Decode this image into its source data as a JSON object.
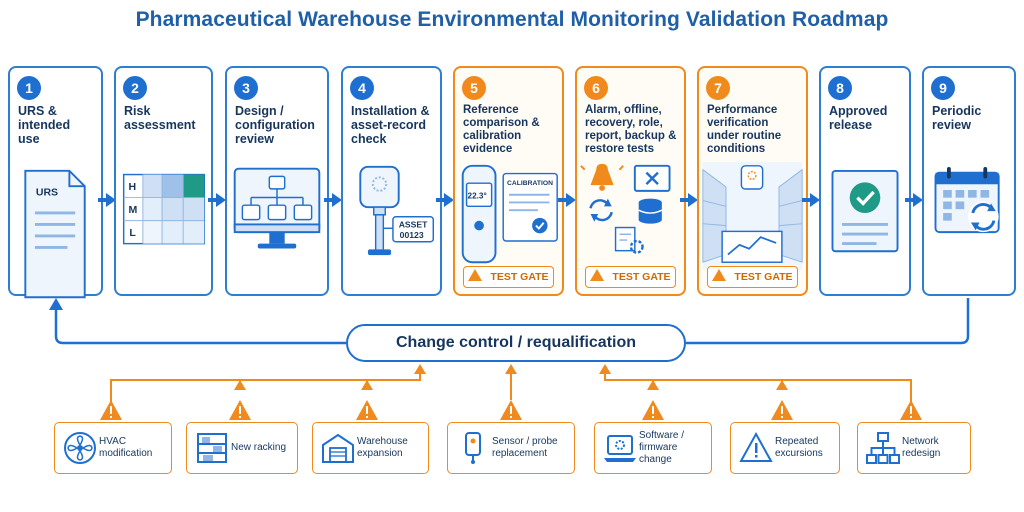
{
  "title": "Pharmaceutical Warehouse Environmental Monitoring Validation Roadmap",
  "steps": [
    {
      "num": "1",
      "label": "URS & intended use",
      "doc_text": "URS"
    },
    {
      "num": "2",
      "label": "Risk assessment",
      "rows": [
        "H",
        "M",
        "L"
      ]
    },
    {
      "num": "3",
      "label": "Design / configuration review"
    },
    {
      "num": "4",
      "label": "Installation & asset-record check",
      "tag_line1": "ASSET",
      "tag_line2": "00123"
    },
    {
      "num": "5",
      "label": "Reference comparison & calibration evidence",
      "readout": "22.3°",
      "doc_text": "CALIBRATION",
      "gate": "TEST GATE"
    },
    {
      "num": "6",
      "label": "Alarm, offline, recovery, role, report, backup & restore tests",
      "gate": "TEST GATE"
    },
    {
      "num": "7",
      "label": "Performance verification under routine conditions",
      "gate": "TEST GATE"
    },
    {
      "num": "8",
      "label": "Approved release"
    },
    {
      "num": "9",
      "label": "Periodic review"
    }
  ],
  "change_control": "Change control / requalification",
  "triggers": [
    {
      "label": "HVAC modification",
      "icon": "fan-icon"
    },
    {
      "label": "New racking",
      "icon": "racking-icon"
    },
    {
      "label": "Warehouse expansion",
      "icon": "warehouse-icon"
    },
    {
      "label": "Sensor / probe replacement",
      "icon": "sensor-icon"
    },
    {
      "label": "Software / firmware change",
      "icon": "laptop-gear-icon"
    },
    {
      "label": "Repeated excursions",
      "icon": "warning-icon"
    },
    {
      "label": "Network redesign",
      "icon": "network-icon"
    }
  ],
  "colors": {
    "blue": "#1f6fd0",
    "orange": "#f08a1c",
    "navy": "#16365e"
  }
}
